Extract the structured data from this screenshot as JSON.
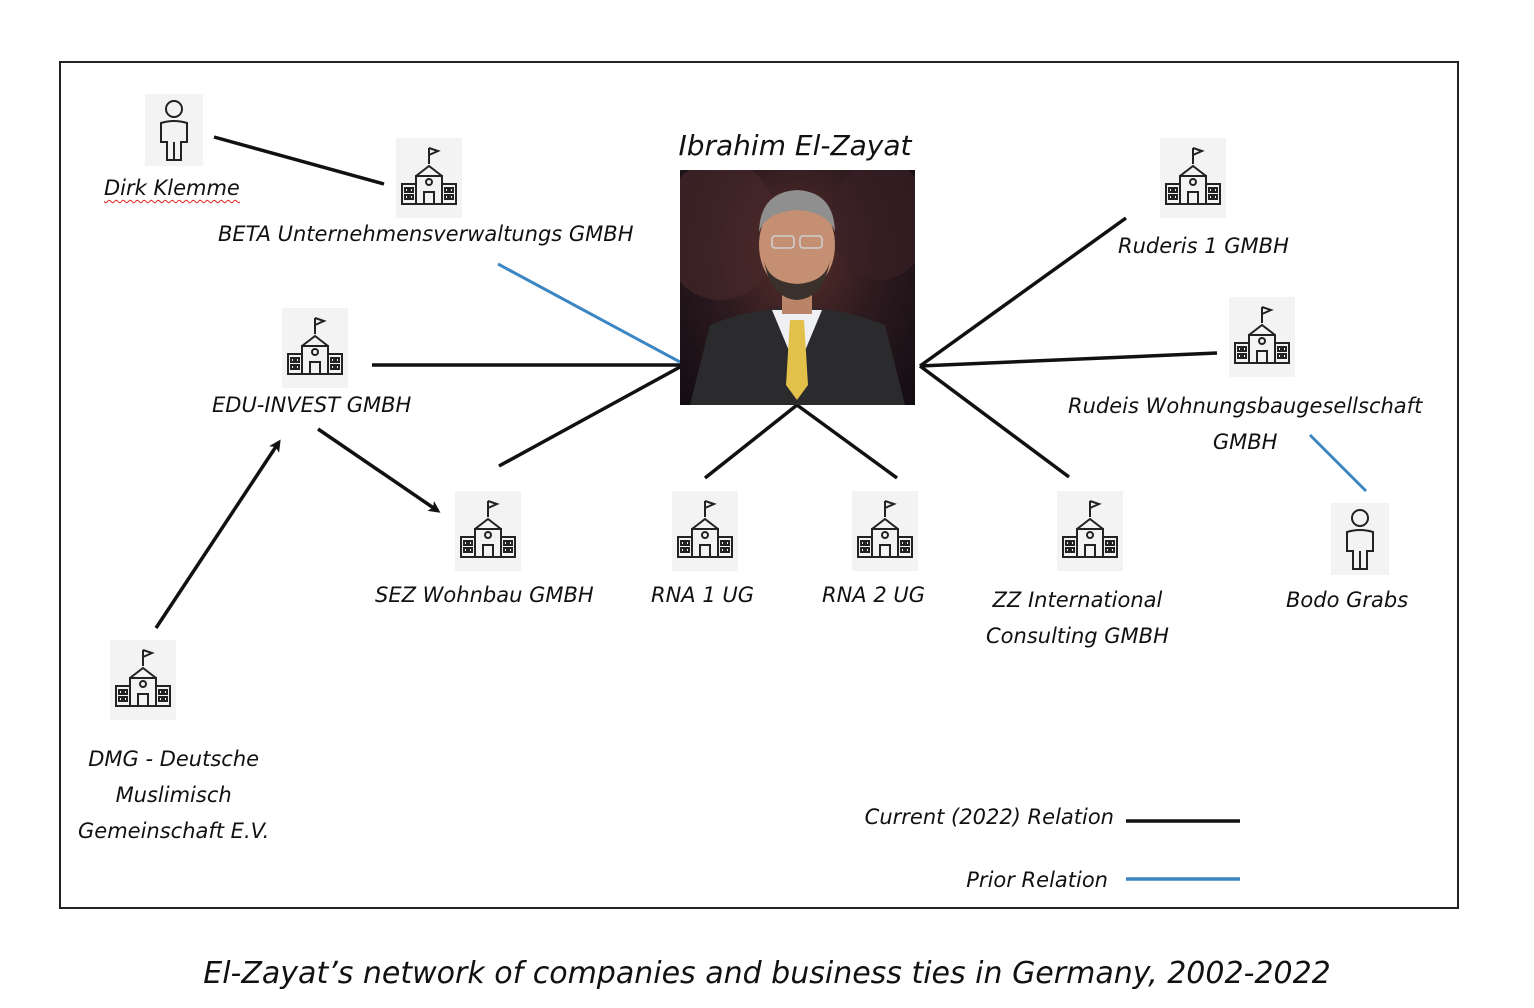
{
  "center": {
    "name": "Ibrahim El-Zayat"
  },
  "entities": [
    {
      "id": "dirk",
      "type": "person",
      "lines": [
        "Dirk Klemme"
      ]
    },
    {
      "id": "beta",
      "type": "company",
      "lines": [
        "BETA Unternehmensverwaltungs GMBH"
      ]
    },
    {
      "id": "edu",
      "type": "company",
      "lines": [
        "EDU-INVEST GMBH"
      ]
    },
    {
      "id": "sez",
      "type": "company",
      "lines": [
        "SEZ Wohnbau GMBH"
      ]
    },
    {
      "id": "rna1",
      "type": "company",
      "lines": [
        "RNA 1 UG"
      ]
    },
    {
      "id": "rna2",
      "type": "company",
      "lines": [
        "RNA 2 UG"
      ]
    },
    {
      "id": "zz",
      "type": "company",
      "lines": [
        "ZZ International",
        "Consulting GMBH"
      ]
    },
    {
      "id": "ruderis",
      "type": "company",
      "lines": [
        "Ruderis 1 GMBH"
      ]
    },
    {
      "id": "rudeis",
      "type": "company",
      "lines": [
        "Rudeis Wohnungsbaugesellschaft",
        "GMBH"
      ]
    },
    {
      "id": "bodo",
      "type": "person",
      "lines": [
        "Bodo Grabs"
      ]
    },
    {
      "id": "dmg",
      "type": "company",
      "lines": [
        "DMG - Deutsche",
        "Muslimisch",
        "Gemeinschaft E.V."
      ]
    }
  ],
  "relations": [
    {
      "from": "dirk",
      "to": "beta",
      "kind": "current"
    },
    {
      "from": "beta",
      "to": "center",
      "kind": "prior"
    },
    {
      "from": "edu",
      "to": "center",
      "kind": "current"
    },
    {
      "from": "sez",
      "to": "center",
      "kind": "current"
    },
    {
      "from": "rna1",
      "to": "center",
      "kind": "current"
    },
    {
      "from": "rna2",
      "to": "center",
      "kind": "current"
    },
    {
      "from": "zz",
      "to": "center",
      "kind": "current"
    },
    {
      "from": "ruderis",
      "to": "center",
      "kind": "current"
    },
    {
      "from": "rudeis",
      "to": "center",
      "kind": "current"
    },
    {
      "from": "bodo",
      "to": "rudeis",
      "kind": "prior"
    },
    {
      "from": "edu",
      "to": "sez",
      "kind": "current",
      "arrow": true
    },
    {
      "from": "dmg",
      "to": "edu",
      "kind": "current",
      "arrow": true
    }
  ],
  "legend": {
    "current_label": "Current (2022) Relation",
    "prior_label": "Prior Relation",
    "current_color": "#111111",
    "prior_color": "#3d86c4"
  },
  "caption": "El-Zayat’s network of companies and business ties in Germany, 2002-2022",
  "icons": {
    "company": "school-building-icon",
    "person": "person-icon"
  }
}
